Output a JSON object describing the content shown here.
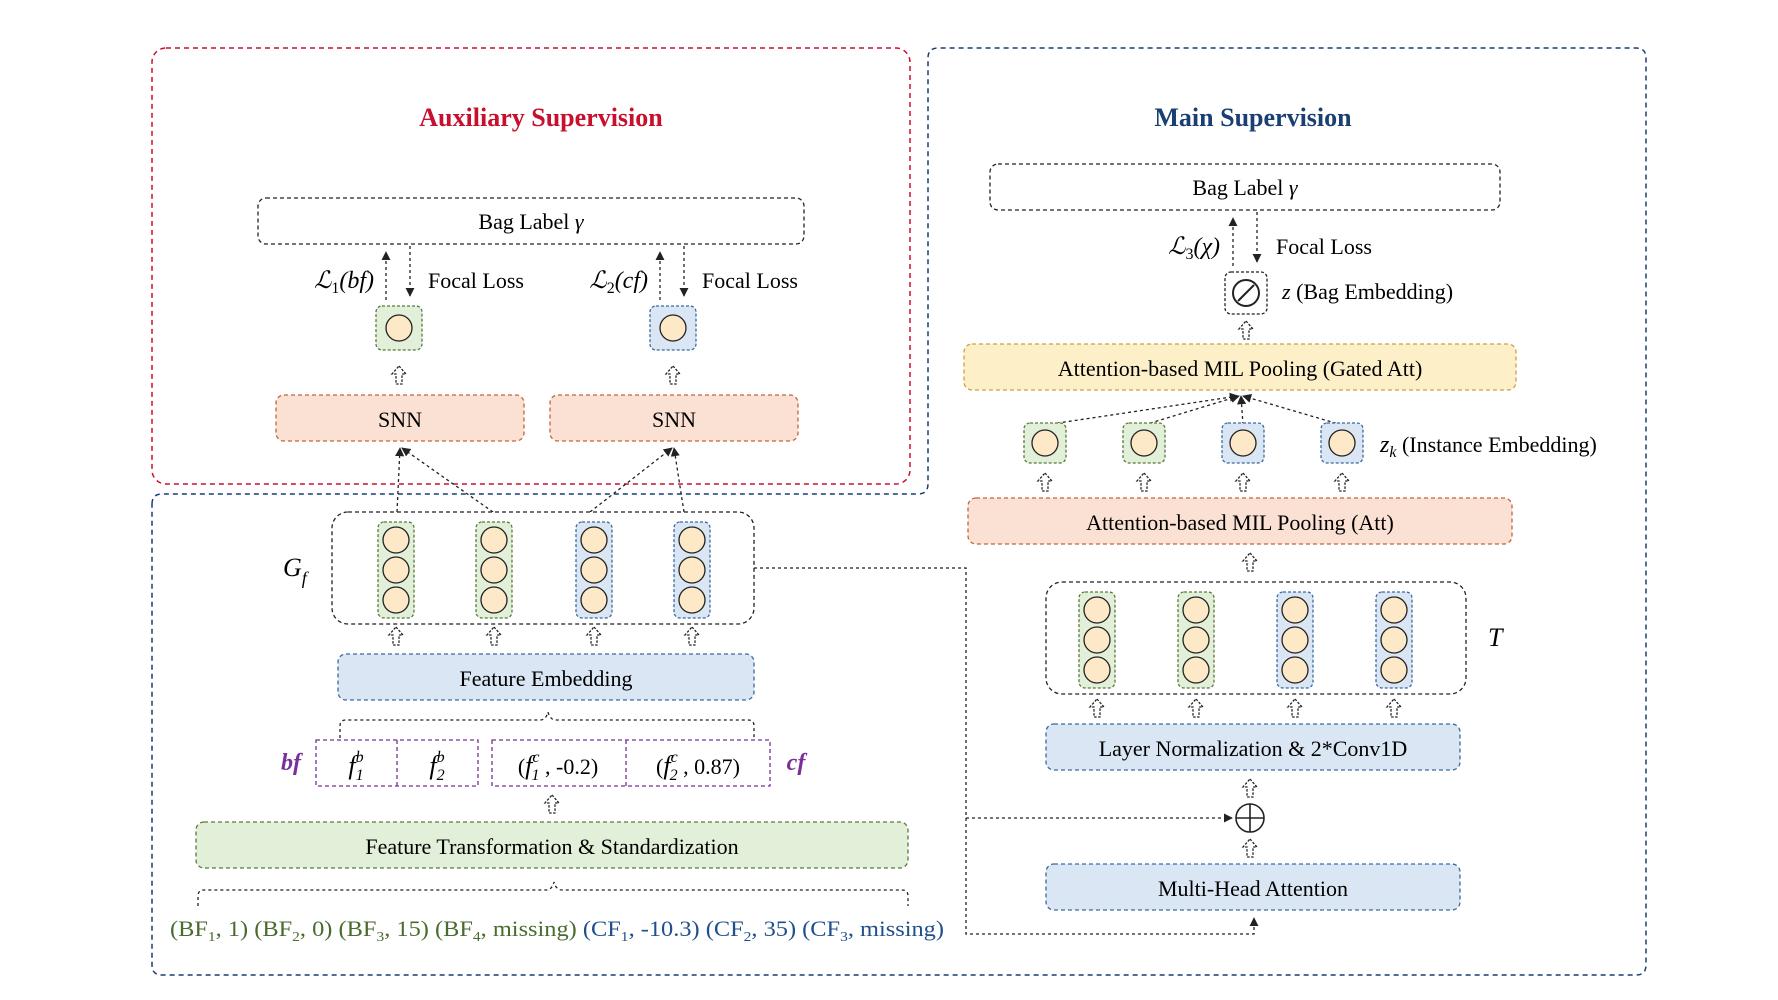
{
  "aux": {
    "title": "Auxiliary Supervision",
    "bag_label_text": "Bag Label ",
    "bag_label_sym": "γ",
    "loss1_script": "ℒ",
    "loss1_sub": "1",
    "loss1_arg": "(bf)",
    "loss2_script": "ℒ",
    "loss2_sub": "2",
    "loss2_arg": "(cf)",
    "focal_loss_1": "Focal Loss",
    "focal_loss_2": "Focal Loss",
    "snn_1": "SNN",
    "snn_2": "SNN"
  },
  "main": {
    "title": "Main Supervision",
    "bag_label_text": "Bag Label ",
    "bag_label_sym": "γ",
    "loss3_script": "ℒ",
    "loss3_sub": "3",
    "loss3_arg": "(χ)",
    "focal_loss": "Focal Loss",
    "z_sym": "z",
    "z_text": " (Bag Embedding)",
    "gated_pool": "Attention-based MIL Pooling (Gated Att)",
    "zk_sym": "z",
    "zk_sub": "k",
    "zk_text": " (Instance Embedding)",
    "att_pool": "Attention-based MIL Pooling (Att)",
    "T_sym": "T",
    "layer_norm": "Layer Normalization & 2*Conv1D",
    "mha": "Multi-Head Attention"
  },
  "left": {
    "Gf_sym": "G",
    "Gf_sub": "f",
    "feature_embedding": "Feature Embedding",
    "bf_label": "bf",
    "cf_label": "cf",
    "fb1": "f",
    "fb1_sup": "b",
    "fb1_sub": "1",
    "fb2": "f",
    "fb2_sup": "b",
    "fb2_sub": "2",
    "fc1_open": "(",
    "fc1": "f",
    "fc1_sup": "c",
    "fc1_sub": "1",
    "fc1_val": " , -0.2)",
    "fc2_open": "(",
    "fc2": "f",
    "fc2_sup": "c",
    "fc2_sub": "2",
    "fc2_val": " , 0.87)",
    "transform": "Feature Transformation & Standardization"
  },
  "inputs": {
    "bf": [
      {
        "name": "BF",
        "sub": "1",
        "val": ", 1)"
      },
      {
        "name": "BF",
        "sub": "2",
        "val": ", 0)"
      },
      {
        "name": "BF",
        "sub": "3",
        "val": ", 15)"
      },
      {
        "name": "BF",
        "sub": "4",
        "val": ", missing)"
      }
    ],
    "cf": [
      {
        "name": "CF",
        "sub": "1",
        "val": ", -10.3)"
      },
      {
        "name": "CF",
        "sub": "2",
        "val": ", 35)"
      },
      {
        "name": "CF",
        "sub": "3",
        "val": ", missing)"
      }
    ]
  },
  "colors": {
    "red": "#c8102e",
    "navy": "#1a3f73",
    "green_fill": "#e2efd9",
    "green_stroke": "#5a7a3a",
    "blue_fill": "#dae6f4",
    "blue_stroke": "#3b6aa0",
    "orange_fill": "#fbe1d4",
    "orange_stroke": "#c0653c",
    "yellow_fill": "#fdf0c9",
    "yellow_stroke": "#c9a23a",
    "node_fill": "#fde9c8",
    "purple": "#7a2f9a",
    "bf_text": "#4a6b2f",
    "cf_text": "#1f4f8c"
  }
}
